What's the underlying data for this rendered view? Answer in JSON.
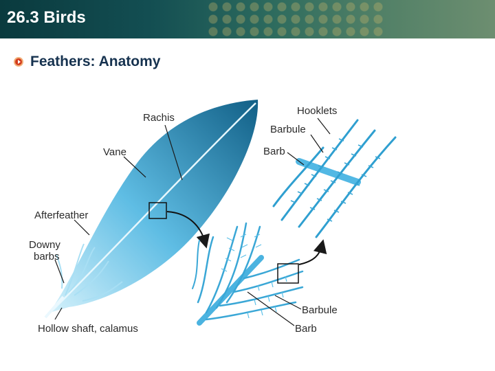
{
  "header": {
    "title": "26.3 Birds"
  },
  "slide": {
    "subtitle": "Feathers: Anatomy"
  },
  "diagram": {
    "labels": {
      "rachis": "Rachis",
      "vane": "Vane",
      "afterfeather": "Afterfeather",
      "downy_line1": "Downy",
      "downy_line2": "barbs",
      "hollow_shaft": "Hollow shaft, calamus",
      "hooklets": "Hooklets",
      "barbule_top": "Barbule",
      "barb_top": "Barb",
      "barbule_bottom": "Barbule",
      "barb_bottom": "Barb"
    }
  },
  "colors": {
    "feather_dark": "#1a6f97",
    "feather_light": "#bfe9f8",
    "barb_blue": "#3aa7d6",
    "bullet": "#d23b1c"
  }
}
